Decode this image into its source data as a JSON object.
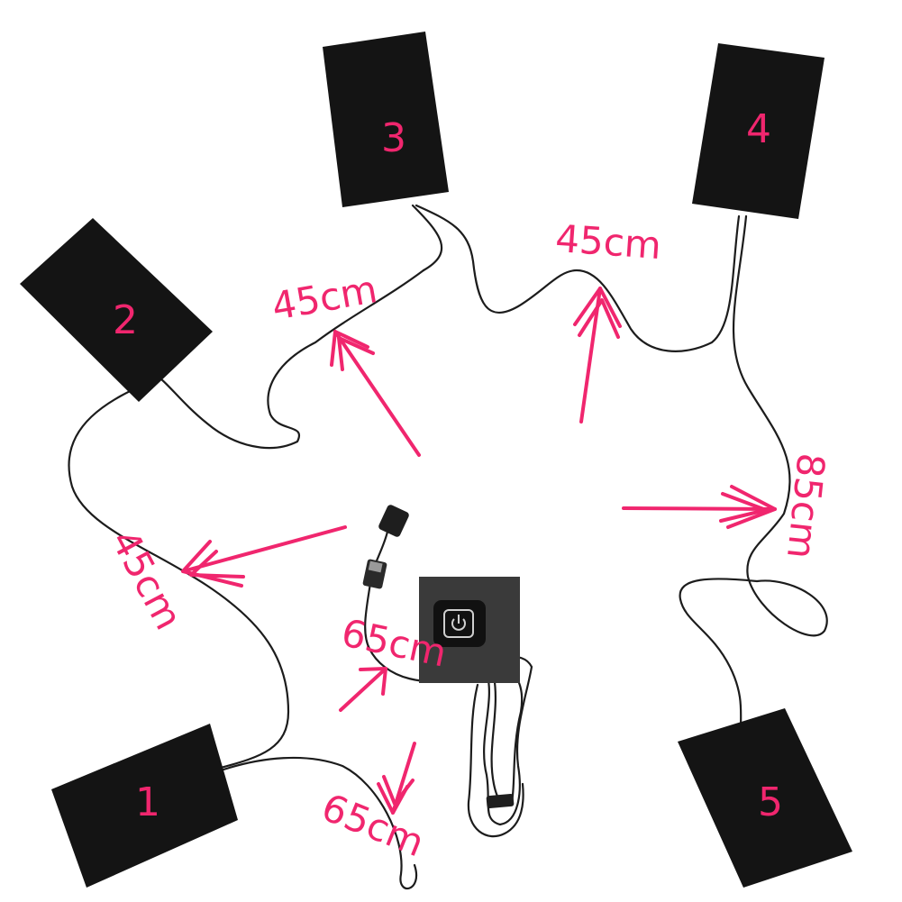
{
  "colors": {
    "background": "#ffffff",
    "pad": "#141414",
    "wire": "#1c1c1c",
    "annotation": "#f0266e",
    "controller_plate": "#3a3a3a",
    "button": "#111111"
  },
  "pads": [
    {
      "number": "1"
    },
    {
      "number": "2"
    },
    {
      "number": "3"
    },
    {
      "number": "4"
    },
    {
      "number": "5"
    }
  ],
  "lengths": [
    {
      "text": "45cm"
    },
    {
      "text": "45cm"
    },
    {
      "text": "45cm"
    },
    {
      "text": "85cm"
    },
    {
      "text": "65cm"
    },
    {
      "text": "65cm"
    }
  ],
  "controller": {
    "icon": "power-icon"
  }
}
